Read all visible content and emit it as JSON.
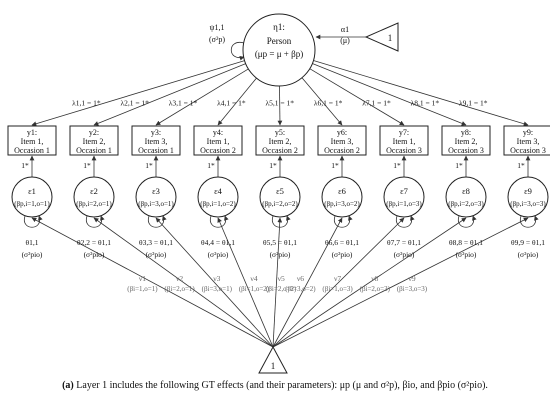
{
  "person": {
    "title": "η1:",
    "name": "Person",
    "formula": "(μp = μ + βp)"
  },
  "person_variance": {
    "label": "ψ1,1",
    "param": "(σ²p)"
  },
  "intercept": {
    "label": "1",
    "alpha_label": "α1",
    "alpha_param": "(μ)"
  },
  "loading_suffix": " = 1*",
  "observed": [
    {
      "y": "y1:",
      "item": "Item 1,",
      "occasion": "Occasion 1",
      "loading": "λ1,1",
      "eps": "ε1",
      "eps_param": "(βp,i=1,o=1)",
      "theta": "θ1,1",
      "theta_param": "(σ²pio)",
      "nu": "ν1",
      "nu_param": "(βi=1,o=1)"
    },
    {
      "y": "y2:",
      "item": "Item 2,",
      "occasion": "Occasion 1",
      "loading": "λ2,1",
      "eps": "ε2",
      "eps_param": "(βp,i=2,o=1)",
      "theta": "θ2,2 = θ1,1",
      "theta_param": "(σ²pio)",
      "nu": "ν2",
      "nu_param": "(βi=2,o=1)"
    },
    {
      "y": "y3:",
      "item": "Item 3,",
      "occasion": "Occasion 1",
      "loading": "λ3,1",
      "eps": "ε3",
      "eps_param": "(βp,i=3,o=1)",
      "theta": "θ3,3 = θ1,1",
      "theta_param": "(σ²pio)",
      "nu": "ν3",
      "nu_param": "(βi=3,o=1)"
    },
    {
      "y": "y4:",
      "item": "Item 1,",
      "occasion": "Occasion 2",
      "loading": "λ4,1",
      "eps": "ε4",
      "eps_param": "(βp,i=1,o=2)",
      "theta": "θ4,4 = θ1,1",
      "theta_param": "(σ²pio)",
      "nu": "ν4",
      "nu_param": "(βi=1,o=2)"
    },
    {
      "y": "y5:",
      "item": "Item 2,",
      "occasion": "Occasion 2",
      "loading": "λ5,1",
      "eps": "ε5",
      "eps_param": "(βp,i=2,o=2)",
      "theta": "θ5,5 = θ1,1",
      "theta_param": "(σ²pio)",
      "nu": "ν5",
      "nu_param": "(βi=2,o=2)"
    },
    {
      "y": "y6:",
      "item": "Item 3,",
      "occasion": "Occasion 2",
      "loading": "λ6,1",
      "eps": "ε6",
      "eps_param": "(βp,i=3,o=2)",
      "theta": "θ6,6 = θ1,1",
      "theta_param": "(σ²pio)",
      "nu": "ν6",
      "nu_param": "(βi=3,o=2)"
    },
    {
      "y": "y7:",
      "item": "Item 1,",
      "occasion": "Occasion 3",
      "loading": "λ7,1",
      "eps": "ε7",
      "eps_param": "(βp,i=1,o=3)",
      "theta": "θ7,7 = θ1,1",
      "theta_param": "(σ²pio)",
      "nu": "ν7",
      "nu_param": "(βi=1,o=3)"
    },
    {
      "y": "y8:",
      "item": "Item 2,",
      "occasion": "Occasion 3",
      "loading": "λ8,1",
      "eps": "ε8",
      "eps_param": "(βp,i=2,o=3)",
      "theta": "θ8,8 = θ1,1",
      "theta_param": "(σ²pio)",
      "nu": "ν8",
      "nu_param": "(βi=2,o=3)"
    },
    {
      "y": "y9:",
      "item": "Item 3,",
      "occasion": "Occasion 3",
      "loading": "λ9,1",
      "eps": "ε9",
      "eps_param": "(βp,i=3,o=3)",
      "theta": "θ9,9 = θ1,1",
      "theta_param": "(σ²pio)",
      "nu": "ν9",
      "nu_param": "(βi=3,o=3)"
    }
  ],
  "residual_loading": "1*",
  "caption": {
    "tag": "(a)",
    "text": "Layer 1 includes the following GT effects (and their parameters): μp (μ and σ²p), βio, and βpio (σ²pio)."
  }
}
